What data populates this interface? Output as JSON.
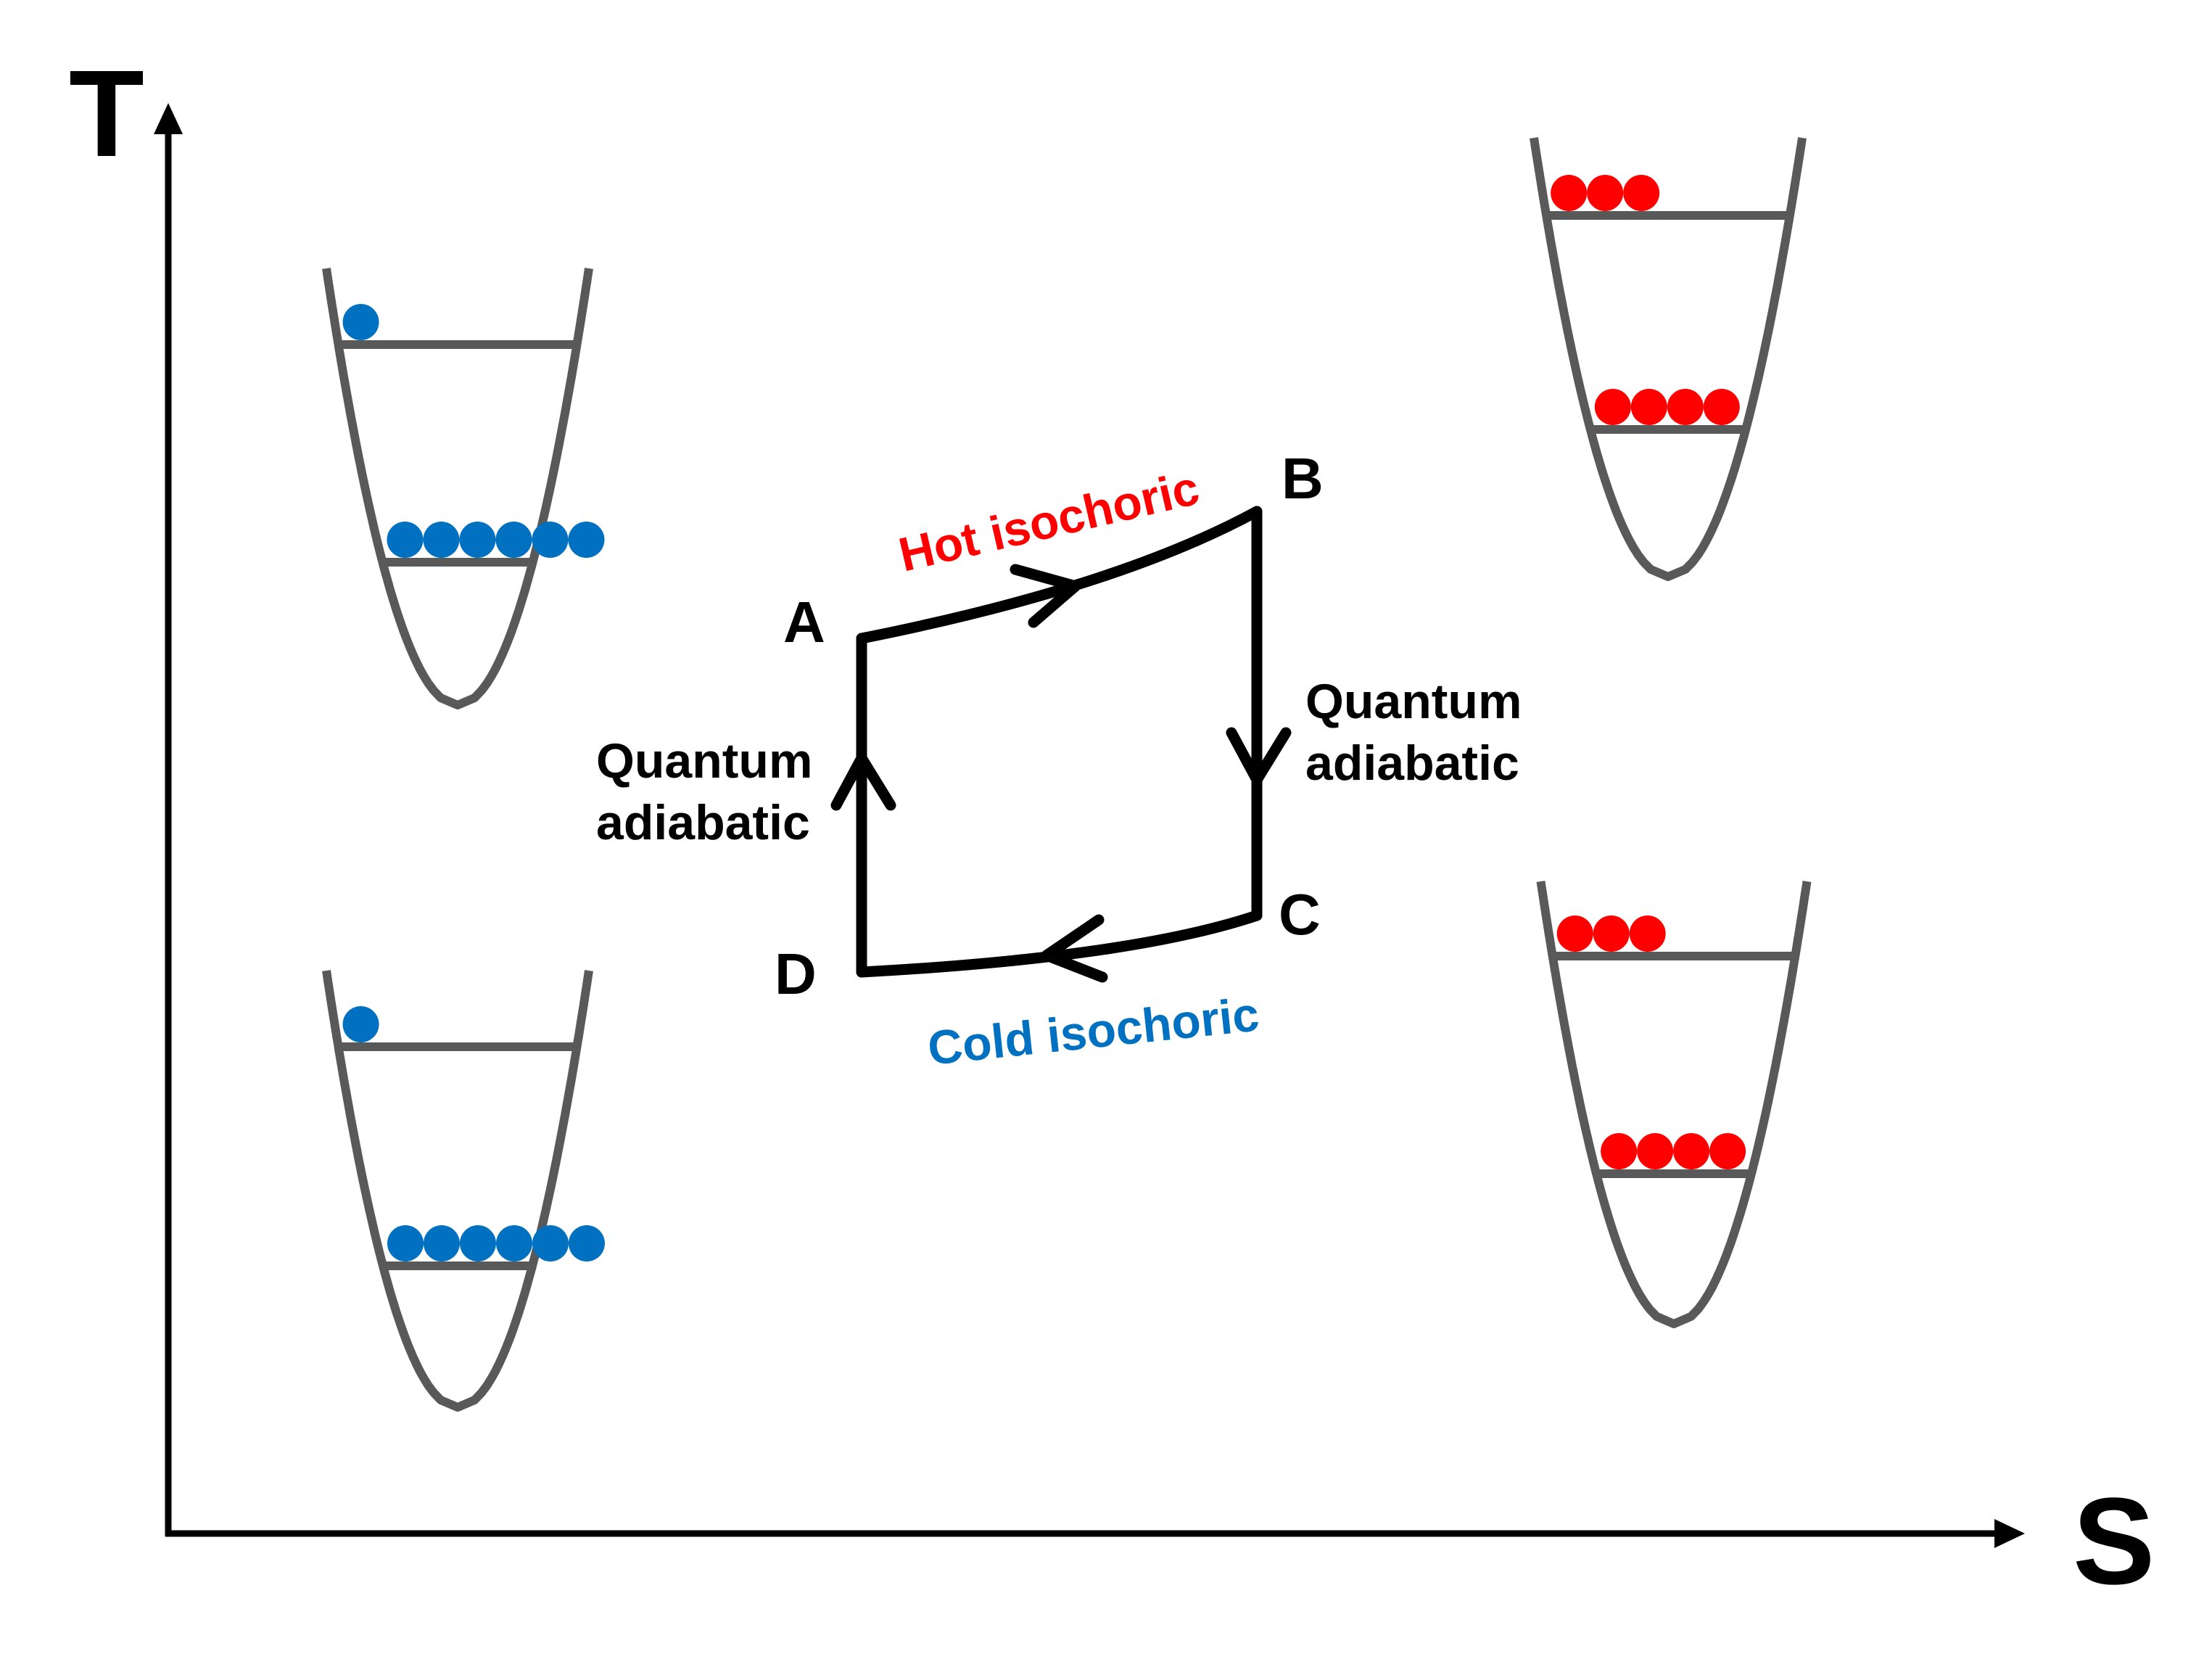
{
  "axes": {
    "y_label": "T",
    "x_label": "S"
  },
  "points": {
    "a": "A",
    "b": "B",
    "c": "C",
    "d": "D"
  },
  "processes": {
    "hot": "Hot isochoric",
    "cold": "Cold isochoric",
    "adiabatic_left_line1": "Quantum",
    "adiabatic_left_line2": "adiabatic",
    "adiabatic_right_line1": "Quantum",
    "adiabatic_right_line2": "adiabatic"
  },
  "colors": {
    "axis": "#000000",
    "cycle": "#000000",
    "well": "#595959",
    "cold_particle": "#0070c0",
    "hot_particle": "#ff0000",
    "hot_label": "#ff0000",
    "cold_label": "#0070c0"
  },
  "wells": [
    {
      "position": "top-left",
      "particle_color": "cold",
      "upper_level_particles": 1,
      "lower_level_particles": 6
    },
    {
      "position": "bottom-left",
      "particle_color": "cold",
      "upper_level_particles": 1,
      "lower_level_particles": 6
    },
    {
      "position": "top-right",
      "particle_color": "hot",
      "upper_level_particles": 3,
      "lower_level_particles": 4
    },
    {
      "position": "bottom-right",
      "particle_color": "hot",
      "upper_level_particles": 3,
      "lower_level_particles": 4
    }
  ]
}
